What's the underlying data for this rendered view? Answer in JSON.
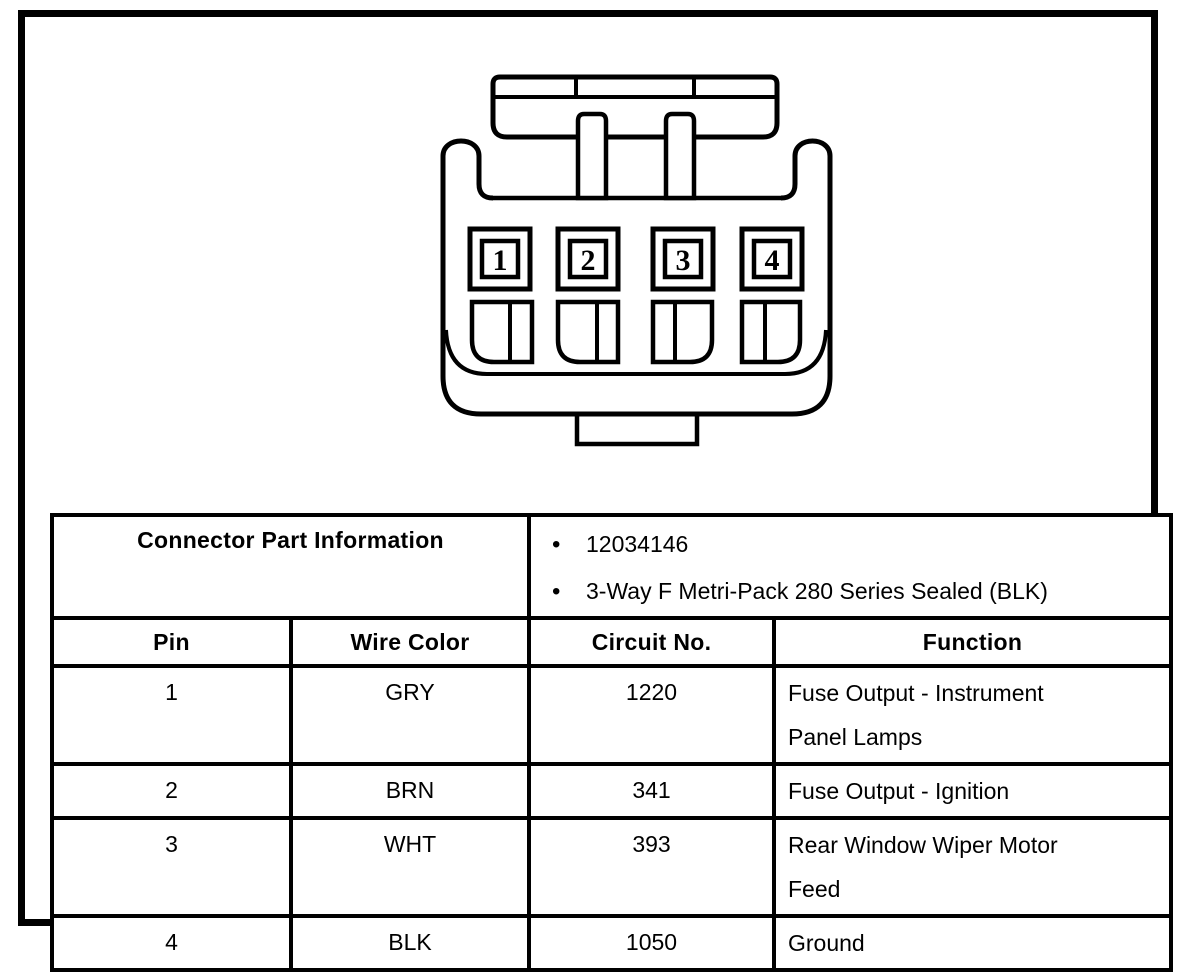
{
  "page": {
    "background": "#ffffff",
    "ink_color": "#000000"
  },
  "connector": {
    "cavities": [
      "1",
      "2",
      "3",
      "4"
    ]
  },
  "part_info": {
    "label": "Connector Part Information",
    "bullet_glyph": "•",
    "bullets": [
      "12034146",
      "3-Way F Metri-Pack 280 Series Sealed (BLK)"
    ]
  },
  "pin_table": {
    "headers": [
      "Pin",
      "Wire Color",
      "Circuit No.",
      "Function"
    ],
    "rows": [
      {
        "pin": "1",
        "wire_color": "GRY",
        "circuit_no": "1220",
        "function": "Fuse Output - Instrument Panel Lamps"
      },
      {
        "pin": "2",
        "wire_color": "BRN",
        "circuit_no": "341",
        "function": "Fuse Output - Ignition"
      },
      {
        "pin": "3",
        "wire_color": "WHT",
        "circuit_no": "393",
        "function": "Rear Window Wiper Motor Feed"
      },
      {
        "pin": "4",
        "wire_color": "BLK",
        "circuit_no": "1050",
        "function": "Ground"
      }
    ]
  }
}
